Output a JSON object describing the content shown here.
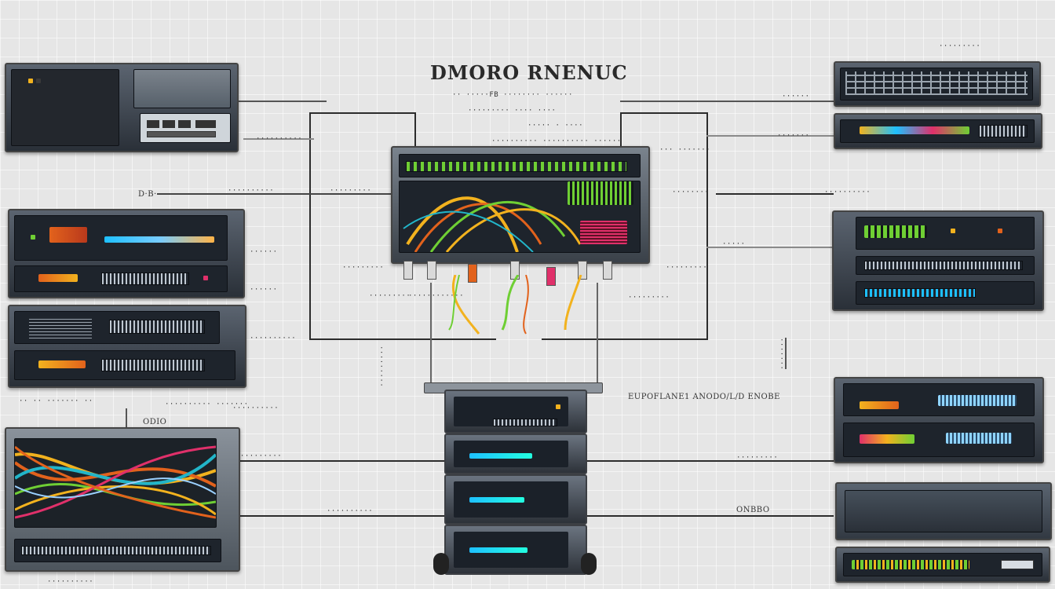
{
  "diagram": {
    "title": "DMORO RNENUC",
    "labels": {
      "sub_top_1": "·· ·····FB ········ ······",
      "sub_top_2": "········· ···· ····",
      "sub_top_3": "····· · ····",
      "hub_top_left": "·········· ·········· ······",
      "hub_top_right": "··· ·······",
      "left_1": "··········",
      "left_2": "D·B·",
      "left_3": "··········",
      "left_4": "·········",
      "left_5": "······",
      "left_6": "······",
      "left_7": "··········",
      "left_8": "·········· ·······",
      "left_9": "ODIO",
      "left_10": "··········",
      "left_11": "··········",
      "left_12": "··········",
      "mid_left_1": "·········",
      "mid_left_2": "·········",
      "mid_left_3": "············",
      "mid_right_1": "········",
      "mid_right_2": "·········",
      "mid_right_3": "·········",
      "right_1": "·········",
      "right_2": "······",
      "right_3": "·······",
      "right_4": "·····",
      "right_5": "EUPOFLANE1 ANODO/L/D ENOBE",
      "right_6": "··········",
      "right_7": "ONBBO",
      "right_8": "·········",
      "bottom_left_1": "·· ·· ······· ··",
      "bottom_center": "··········",
      "vertical_left": "·········",
      "vertical_right": "·······"
    },
    "colors": {
      "line": "#2c2c2c",
      "cable_yellow": "#f2b21e",
      "cable_orange": "#e2621c",
      "cable_green": "#6fcf34",
      "cable_teal": "#22b5c9",
      "accent_blue": "#1ec0ff"
    },
    "icons": [
      "server-rack-icon",
      "network-switch-icon",
      "patch-panel-icon",
      "tower-server-icon",
      "cable-bundle-icon"
    ]
  }
}
